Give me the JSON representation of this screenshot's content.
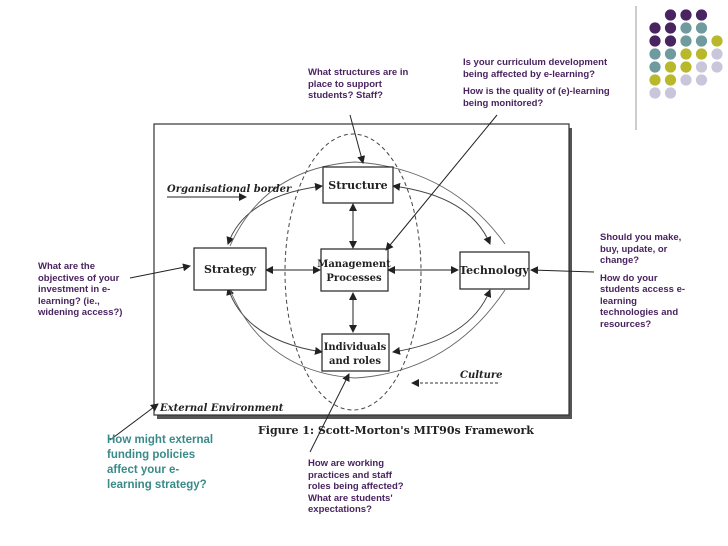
{
  "questions": {
    "structures": "What structures are in place to support students? Staff?",
    "curriculum": "Is your curriculum development being affected by e-learning?",
    "quality": "How is the quality of (e)-learning being monitored?",
    "technology_1": "Should you make, buy, update, or change?",
    "technology_2": "How do your students access e-learning technologies and resources?",
    "strategy": "What are the objectives of your investment in e-learning? (ie., widening access?)",
    "funding": "How might external funding policies affect your e-learning strategy?",
    "working": "How are working practices and staff roles being affected? What are students' expectations?"
  },
  "diagram": {
    "structure": "Structure",
    "strategy": "Strategy",
    "management_1": "Management",
    "management_2": "Processes",
    "technology": "Technology",
    "individuals_1": "Individuals",
    "individuals_2": "and roles",
    "org_border": "Organisational border",
    "culture": "Culture",
    "external": "External Environment",
    "caption": "Figure 1: Scott-Morton's MIT90s Framework"
  },
  "colors": {
    "purple": "#4a2460",
    "teal": "#6f9a9e",
    "olive": "#b8b82a",
    "lavender": "#c9c6dc",
    "question_purple": "#4a2460",
    "question_teal": "#3a8a8a"
  }
}
